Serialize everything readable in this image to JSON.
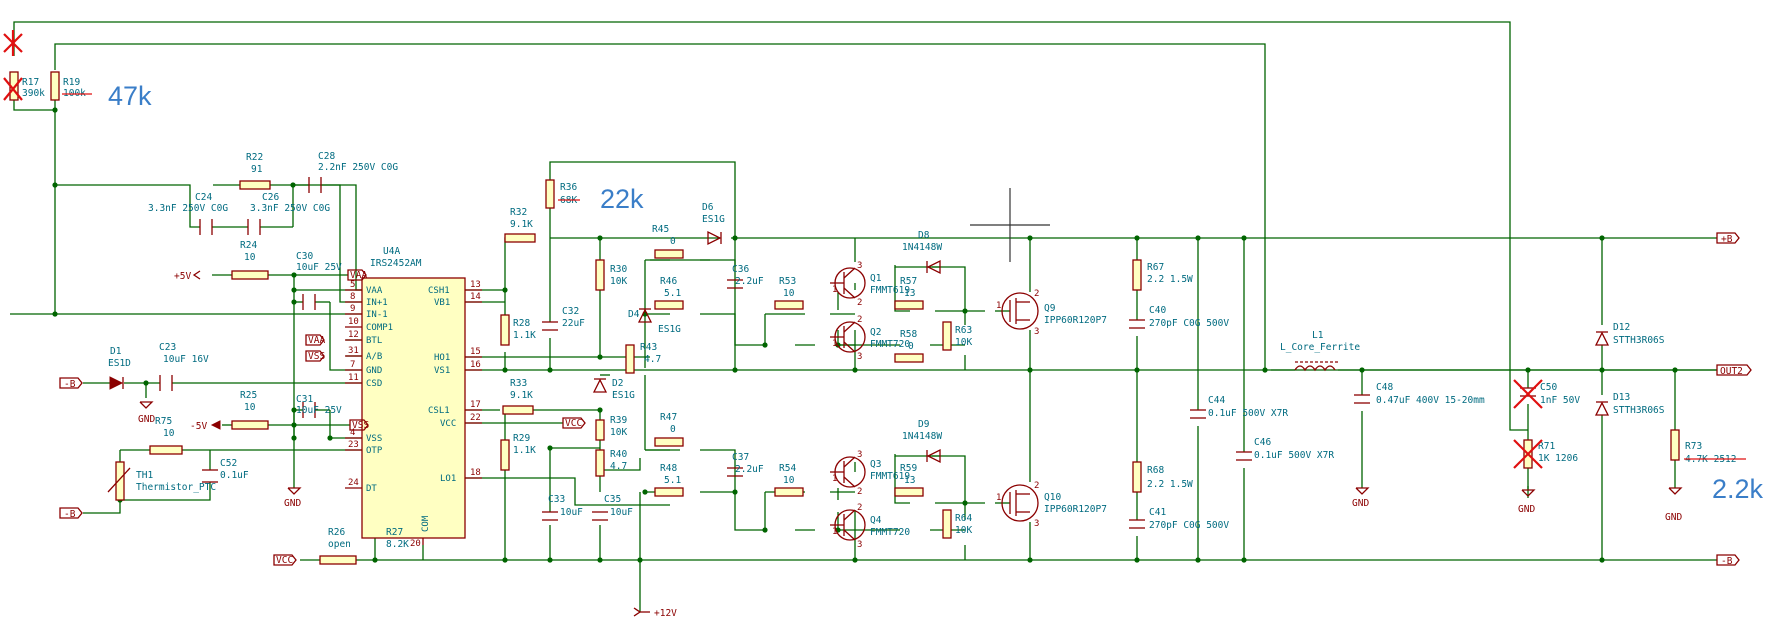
{
  "annotations": {
    "r19": "47k",
    "r36": "22k",
    "r73": "2.2k"
  },
  "ic": {
    "ref": "U4A",
    "part": "IRS2452AM",
    "left_pins": [
      {
        "num": "5",
        "name": "VAA"
      },
      {
        "num": "8",
        "name": "IN+1"
      },
      {
        "num": "9",
        "name": "IN-1"
      },
      {
        "num": "10",
        "name": "COMP1"
      },
      {
        "num": "12",
        "name": "BTL"
      },
      {
        "num": "31",
        "name": "A/B"
      },
      {
        "num": "7",
        "name": "GND"
      },
      {
        "num": "11",
        "name": "CSD"
      },
      {
        "num": "4",
        "name": "VSS"
      },
      {
        "num": "23",
        "name": "OTP"
      },
      {
        "num": "24",
        "name": "DT"
      }
    ],
    "right_pins": [
      {
        "num": "13",
        "name": "CSH1"
      },
      {
        "num": "14",
        "name": "VB1"
      },
      {
        "num": "15",
        "name": "HO1"
      },
      {
        "num": "16",
        "name": "VS1"
      },
      {
        "num": "17",
        "name": "CSL1"
      },
      {
        "num": "22",
        "name": "VCC"
      },
      {
        "num": "18",
        "name": "LO1"
      }
    ],
    "bottom_pin": {
      "num": "20",
      "name": "COM"
    }
  },
  "components": {
    "r17": [
      "R17",
      "390k"
    ],
    "r19": [
      "R19",
      "100k"
    ],
    "r22": [
      "R22",
      "91"
    ],
    "c28": [
      "C28",
      "2.2nF 250V C0G"
    ],
    "c24": [
      "C24",
      "3.3nF 250V C0G"
    ],
    "c26": [
      "C26",
      "3.3nF 250V C0G"
    ],
    "r24": [
      "R24",
      "10"
    ],
    "c30": [
      "C30",
      "10uF 25V"
    ],
    "d1": [
      "D1",
      "ES1D"
    ],
    "c23": [
      "C23",
      "10uF 16V"
    ],
    "r25": [
      "R25",
      "10"
    ],
    "c31": [
      "C31",
      "10uF 25V"
    ],
    "r75": [
      "R75",
      "10"
    ],
    "th1": [
      "TH1",
      "Thermistor_PTC"
    ],
    "c52": [
      "C52",
      "0.1uF"
    ],
    "r26": [
      "R26",
      "open"
    ],
    "r27": [
      "R27",
      "8.2K"
    ],
    "r36": [
      "R36",
      "68K"
    ],
    "r32": [
      "R32",
      "9.1K"
    ],
    "r30": [
      "R30",
      "10K"
    ],
    "r28": [
      "R28",
      "1.1K"
    ],
    "c32": [
      "C32",
      "22uF"
    ],
    "r33": [
      "R33",
      "9.1K"
    ],
    "r39": [
      "R39",
      "10K"
    ],
    "r29": [
      "R29",
      "1.1K"
    ],
    "r40": [
      "R40",
      "4.7"
    ],
    "c33": [
      "C33",
      "10uF"
    ],
    "c35": [
      "C35",
      "10uF"
    ],
    "d6": [
      "D6",
      "ES1G"
    ],
    "r45": [
      "R45",
      "0"
    ],
    "d4": [
      "D4",
      "ES1G"
    ],
    "d2": [
      "D2",
      "ES1G"
    ],
    "r43": [
      "R43",
      "4.7"
    ],
    "r46": [
      "R46",
      "5.1"
    ],
    "c36": [
      "C36",
      "2.2uF"
    ],
    "r53": [
      "R53",
      "10"
    ],
    "q1": [
      "Q1",
      "FMMT619"
    ],
    "q2": [
      "Q2",
      "FMMT720"
    ],
    "d8": [
      "D8",
      "1N4148W"
    ],
    "r57": [
      "R57",
      "13"
    ],
    "r58": [
      "R58",
      "0"
    ],
    "r63": [
      "R63",
      "10K"
    ],
    "q9": [
      "Q9",
      "IPP60R120P7"
    ],
    "r47": [
      "R47",
      "0"
    ],
    "r48": [
      "R48",
      "5.1"
    ],
    "c37": [
      "C37",
      "2.2uF"
    ],
    "r54": [
      "R54",
      "10"
    ],
    "q3": [
      "Q3",
      "FMMT619"
    ],
    "q4": [
      "Q4",
      "FMMT720"
    ],
    "d9": [
      "D9",
      "1N4148W"
    ],
    "r59": [
      "R59",
      "13"
    ],
    "r64": [
      "R64",
      "10K"
    ],
    "q10": [
      "Q10",
      "IPP60R120P7"
    ],
    "r67": [
      "R67",
      "2.2 1.5W"
    ],
    "c40": [
      "C40",
      "270pF C0G 500V"
    ],
    "r68": [
      "R68",
      "2.2 1.5W"
    ],
    "c41": [
      "C41",
      "270pF C0G 500V"
    ],
    "c44": [
      "C44",
      "0.1uF 500V X7R"
    ],
    "c46": [
      "C46",
      "0.1uF 500V X7R"
    ],
    "l1": [
      "L1",
      "L_Core_Ferrite"
    ],
    "c48": [
      "C48",
      "0.47uF 400V 15-20mm"
    ],
    "c50": [
      "C50",
      "1nF 50V"
    ],
    "r71": [
      "R71",
      "1K 1206"
    ],
    "d12": [
      "D12",
      "STTH3R06S"
    ],
    "d13": [
      "D13",
      "STTH3R06S"
    ],
    "r73": [
      "R73",
      "4.7K 2512"
    ]
  },
  "nets": {
    "plus_b": "+B",
    "minus_b": "-B",
    "out2": "OUT2",
    "plus5": "+5V",
    "minus5": "-5V",
    "plus12": "+12V",
    "vaa": "VAA",
    "vss": "VSS",
    "vcc": "VCC",
    "gnd": "GND"
  },
  "pin_numbers": {
    "one": "1",
    "two": "2",
    "three": "3"
  }
}
